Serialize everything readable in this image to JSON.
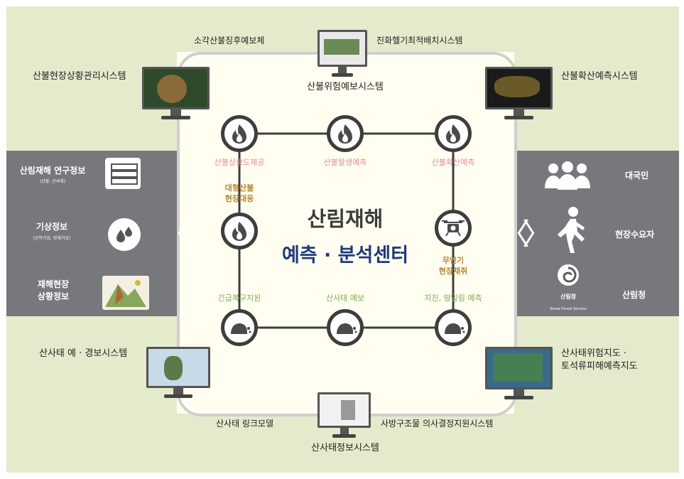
{
  "center_title": {
    "line1": "산림재해",
    "line2": "예측 · 분석센터"
  },
  "systems": {
    "top_left_label": "소각산불징후예보체",
    "top_right_label": "진화헬기최적배치시스템",
    "top_center": "산불위험예보시스템",
    "upper_left": "산불현장상황관리시스템",
    "upper_right": "산불확산예측시스템",
    "lower_left": "산사태 예 · 경보시스템",
    "lower_right": [
      "산사태위험지도 ·",
      "토석류피해예측지도"
    ],
    "bottom_left_label": "산사태 링크모델",
    "bottom_right_label": "사방구조물 의사결정지원시스템",
    "bottom_center": "산사태정보시스템"
  },
  "nodes": {
    "top_left": "산불상황도제공",
    "top_center": "산불발생예측",
    "top_right": "산불확산예측",
    "mid_left": [
      "대형산불",
      "현장대응"
    ],
    "mid_right": [
      "무인기",
      "현장채취"
    ],
    "bottom_left": "긴급복구지원",
    "bottom_center": "산사태 예보",
    "bottom_right": "지진, 땅밀림 예측"
  },
  "inputs": [
    {
      "title": "산림재해 연구정보",
      "sub": "(산불, 산사태)"
    },
    {
      "title": "기상정보",
      "sub": "(산악기상, 방재기상)"
    },
    {
      "title": [
        "재해현장",
        "상황정보"
      ],
      "sub": ""
    }
  ],
  "outputs": [
    {
      "title": "대국민"
    },
    {
      "title": "현장수요자"
    },
    {
      "title": "산림청",
      "logo_title": "산림청",
      "logo_sub": "Korea Forest Service"
    }
  ],
  "colors": {
    "outer_bg": "#e4ebcc",
    "band": "#77787c",
    "center_bg": "#fffef0",
    "fire_node_text": "#e58aa8",
    "landslide_node_text": "#7daa55",
    "side_node_text": "#b8862d",
    "title_dark": "#3b3b3b",
    "title_blue": "#1f3b7a"
  },
  "icons": [
    "fire-icon",
    "landslide-icon",
    "drone-icon",
    "database-icon",
    "raindrops-icon",
    "people-icon",
    "walking-person-icon",
    "forest-service-logo-icon",
    "monitor-icon"
  ]
}
